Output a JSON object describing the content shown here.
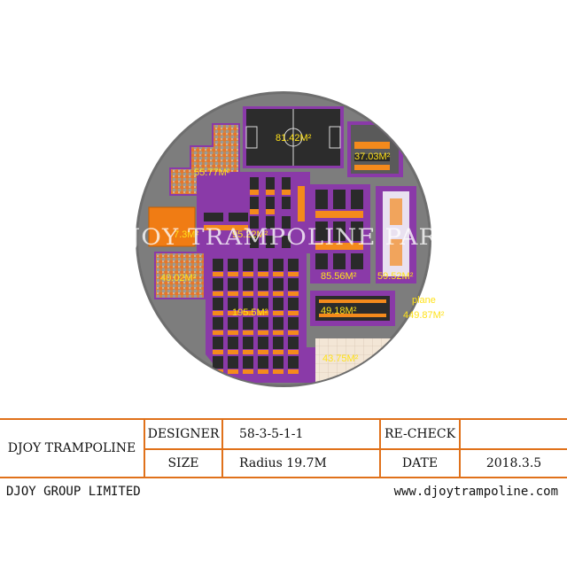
{
  "watermark": "DJOY TRAMPOLINE PARK",
  "areas": [
    {
      "id": "football",
      "label": "81.42M²"
    },
    {
      "id": "top-right",
      "label": "37.03M²"
    },
    {
      "id": "foam-top",
      "label": "55.77M²"
    },
    {
      "id": "orange-pit",
      "label": "7.3M²"
    },
    {
      "id": "trampoline-top",
      "label": "95.22M²"
    },
    {
      "id": "trampoline-mid",
      "label": "85.56M²"
    },
    {
      "id": "wall-area",
      "label": "59.52M²"
    },
    {
      "id": "foam-left",
      "label": "40.02M²"
    },
    {
      "id": "trampoline-main",
      "label": "195.5M²"
    },
    {
      "id": "dodgeball",
      "label": "49.18M²"
    },
    {
      "id": "open-floor",
      "label": "43.75M²"
    }
  ],
  "plane": {
    "label": "plane",
    "value": "449.87M²"
  },
  "title_block": {
    "company": "DJOY TRAMPOLINE",
    "designer_label": "DESIGNER",
    "designer_value": "58-3-5-1-1",
    "recheck_label": "RE-CHECK",
    "recheck_value": "",
    "size_label": "SIZE",
    "size_value": "Radius 19.7M",
    "date_label": "DATE",
    "date_value": "2018.3.5"
  },
  "footer": {
    "group": "DJOY GROUP LIMITED",
    "website": "www.djoytrampoline.com"
  },
  "colors": {
    "floor": "#7b7b7b",
    "purple": "#8a3aa8",
    "orange": "#f48a1c",
    "mat": "#2a2a2a",
    "label": "#ffe21a",
    "rule": "#e0711a"
  }
}
